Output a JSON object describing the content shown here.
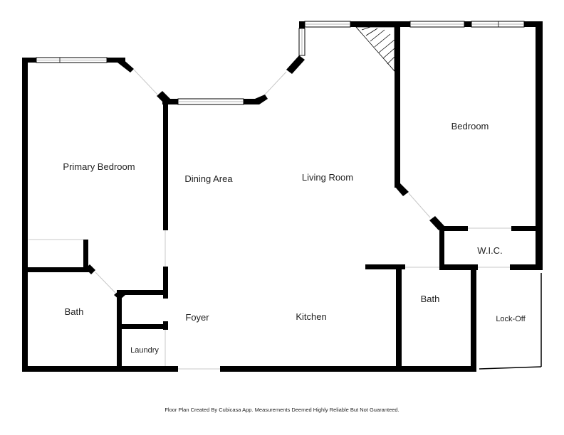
{
  "rooms": {
    "primary_bedroom": "Primary Bedroom",
    "dining_area": "Dining Area",
    "living_room": "Living Room",
    "bedroom": "Bedroom",
    "wic": "W.I.C.",
    "bath_left": "Bath",
    "bath_right": "Bath",
    "foyer": "Foyer",
    "kitchen": "Kitchen",
    "laundry": "Laundry",
    "lock_off": "Lock-Off"
  },
  "footer": {
    "credit": "Floor Plan Created By Cubicasa App. Measurements Deemed Highly Reliable But Not Guaranteed."
  },
  "colors": {
    "wall": "#000000",
    "background": "#ffffff",
    "text": "#222222"
  }
}
